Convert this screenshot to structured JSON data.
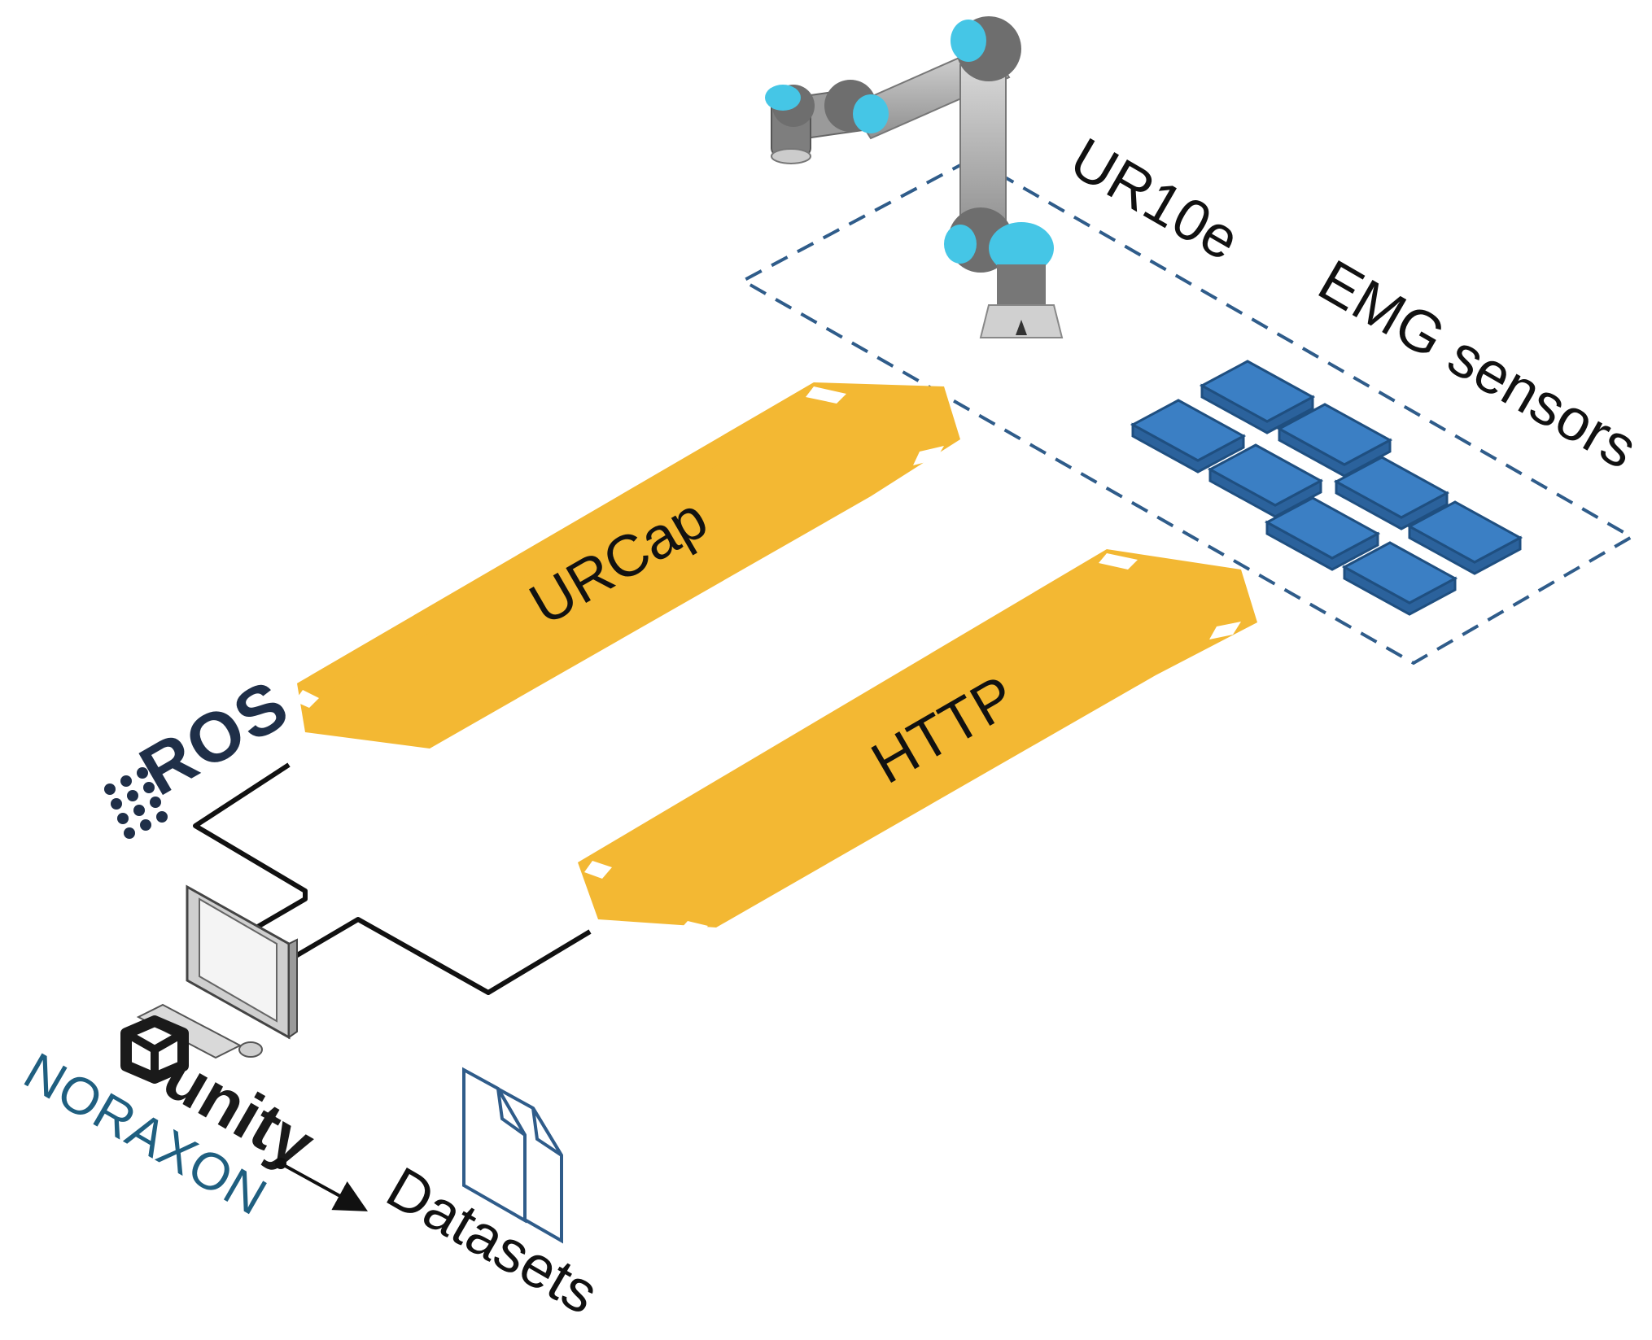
{
  "labels": {
    "robot": "UR10e",
    "sensors": "EMG sensors",
    "link_top": "URCap",
    "link_bottom": "HTTP",
    "ros": "ROS",
    "unity": "unity",
    "noraxon": "NORAXON",
    "output": "Datasets"
  },
  "colors": {
    "arrow": "#f3b833",
    "sensor": "#3b7fc4",
    "dashed_border": "#2f5c8a",
    "cable": "#111111",
    "ros_brand": "#1f2f48",
    "noraxon_brand": "#1f5f80",
    "robot_joint_cap": "#45c6e6"
  },
  "icons": {
    "robot": "robot-arm-icon",
    "sensor": "emg-sensor-pad-icon",
    "computer": "desktop-computer-icon",
    "ros_logo": "ros-logo-icon",
    "unity_logo": "unity-logo-icon",
    "file": "document-stack-icon"
  }
}
